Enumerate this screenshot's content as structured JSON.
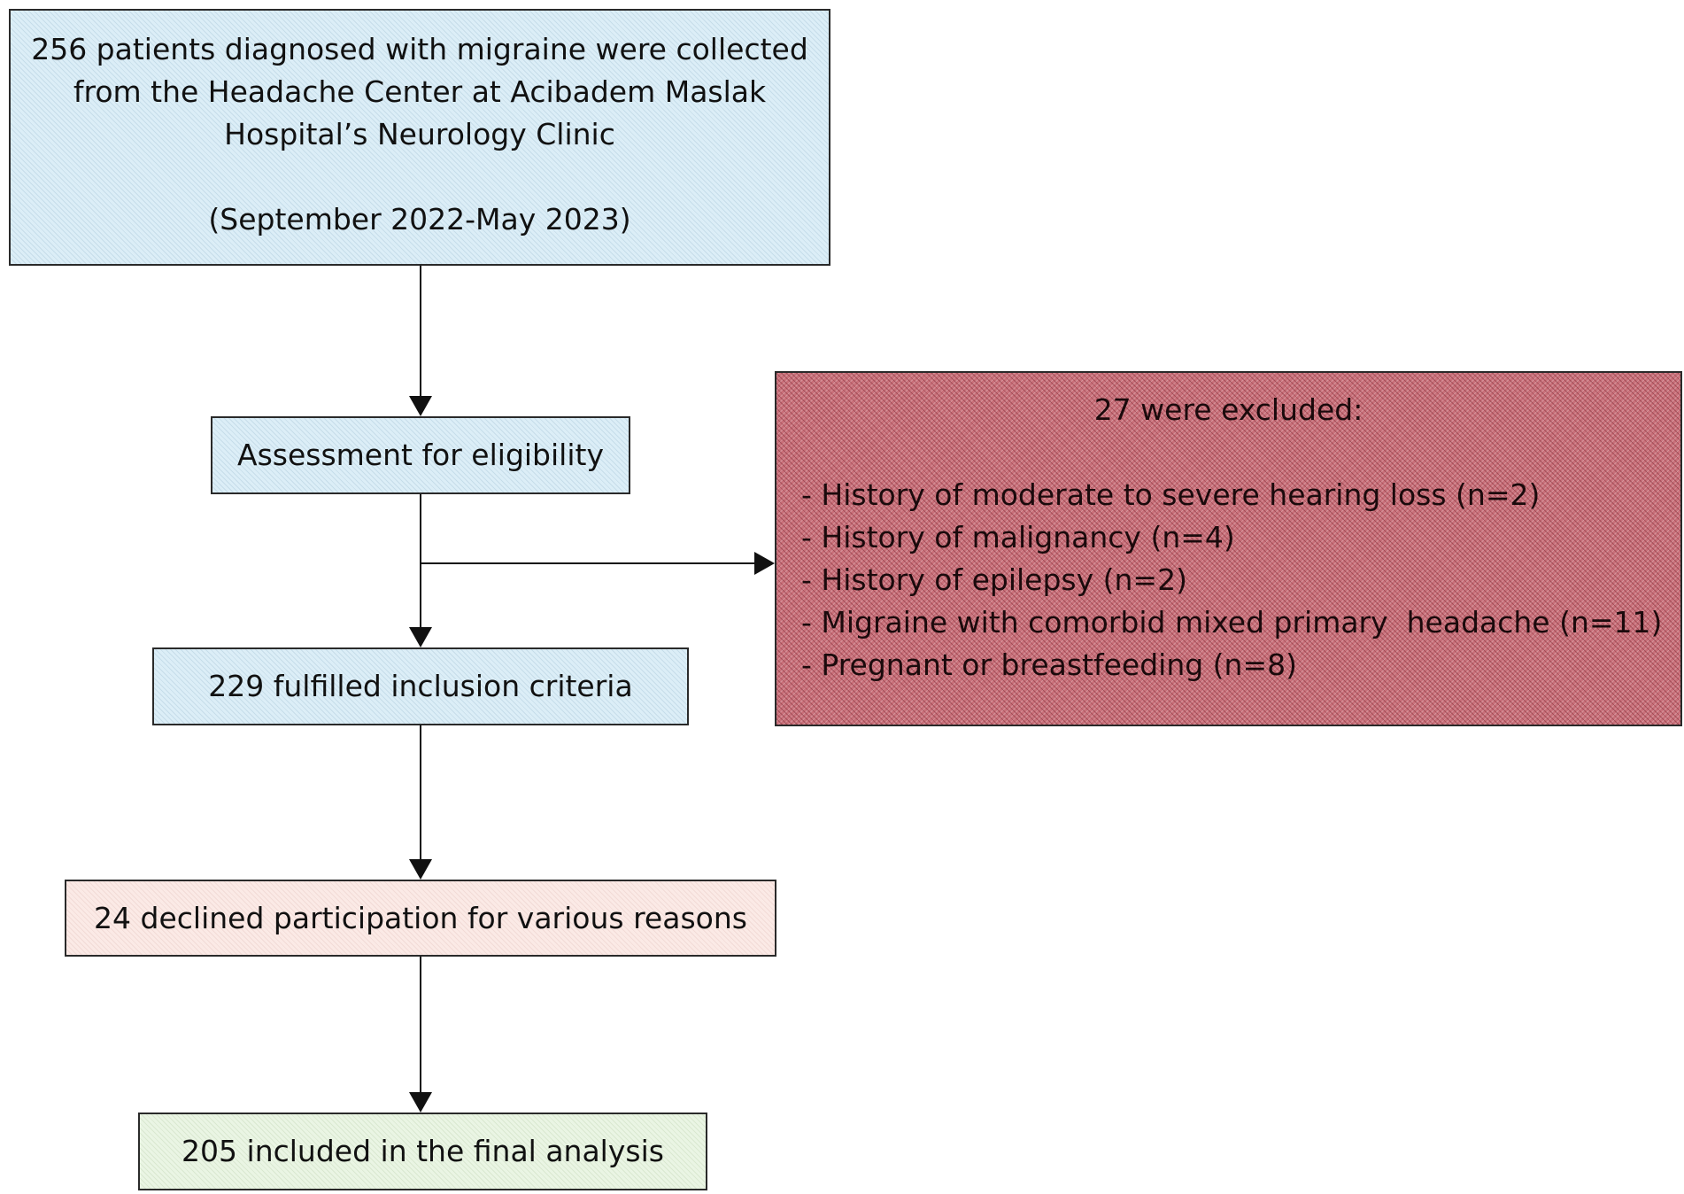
{
  "flowchart": {
    "source_box": {
      "lines": [
        "256 patients diagnosed with migraine were collected",
        "from the Headache Center at Acibadem Maslak",
        "Hospital’s Neurology Clinic"
      ],
      "period": "(September 2022-May 2023)"
    },
    "assessment_box": "Assessment for eligibility",
    "fulfilled_box": "229 fulfilled inclusion criteria",
    "declined_box": "24 declined participation for various reasons",
    "final_box": "205 included in the final analysis",
    "excluded_box": {
      "title": "27 were excluded:",
      "items": [
        "- History of moderate to severe hearing loss (n=2)",
        "- History of malignancy (n=4)",
        "- History of epilepsy (n=2)",
        "- Migraine with comorbid mixed primary  headache (n=11)",
        "- Pregnant or breastfeeding (n=8)"
      ]
    }
  },
  "colors": {
    "blue_box": "#dceef7",
    "pink_box": "#fbeae6",
    "green_box": "#eaf5e4",
    "red_box": "#c9707a",
    "stroke": "#111111"
  }
}
